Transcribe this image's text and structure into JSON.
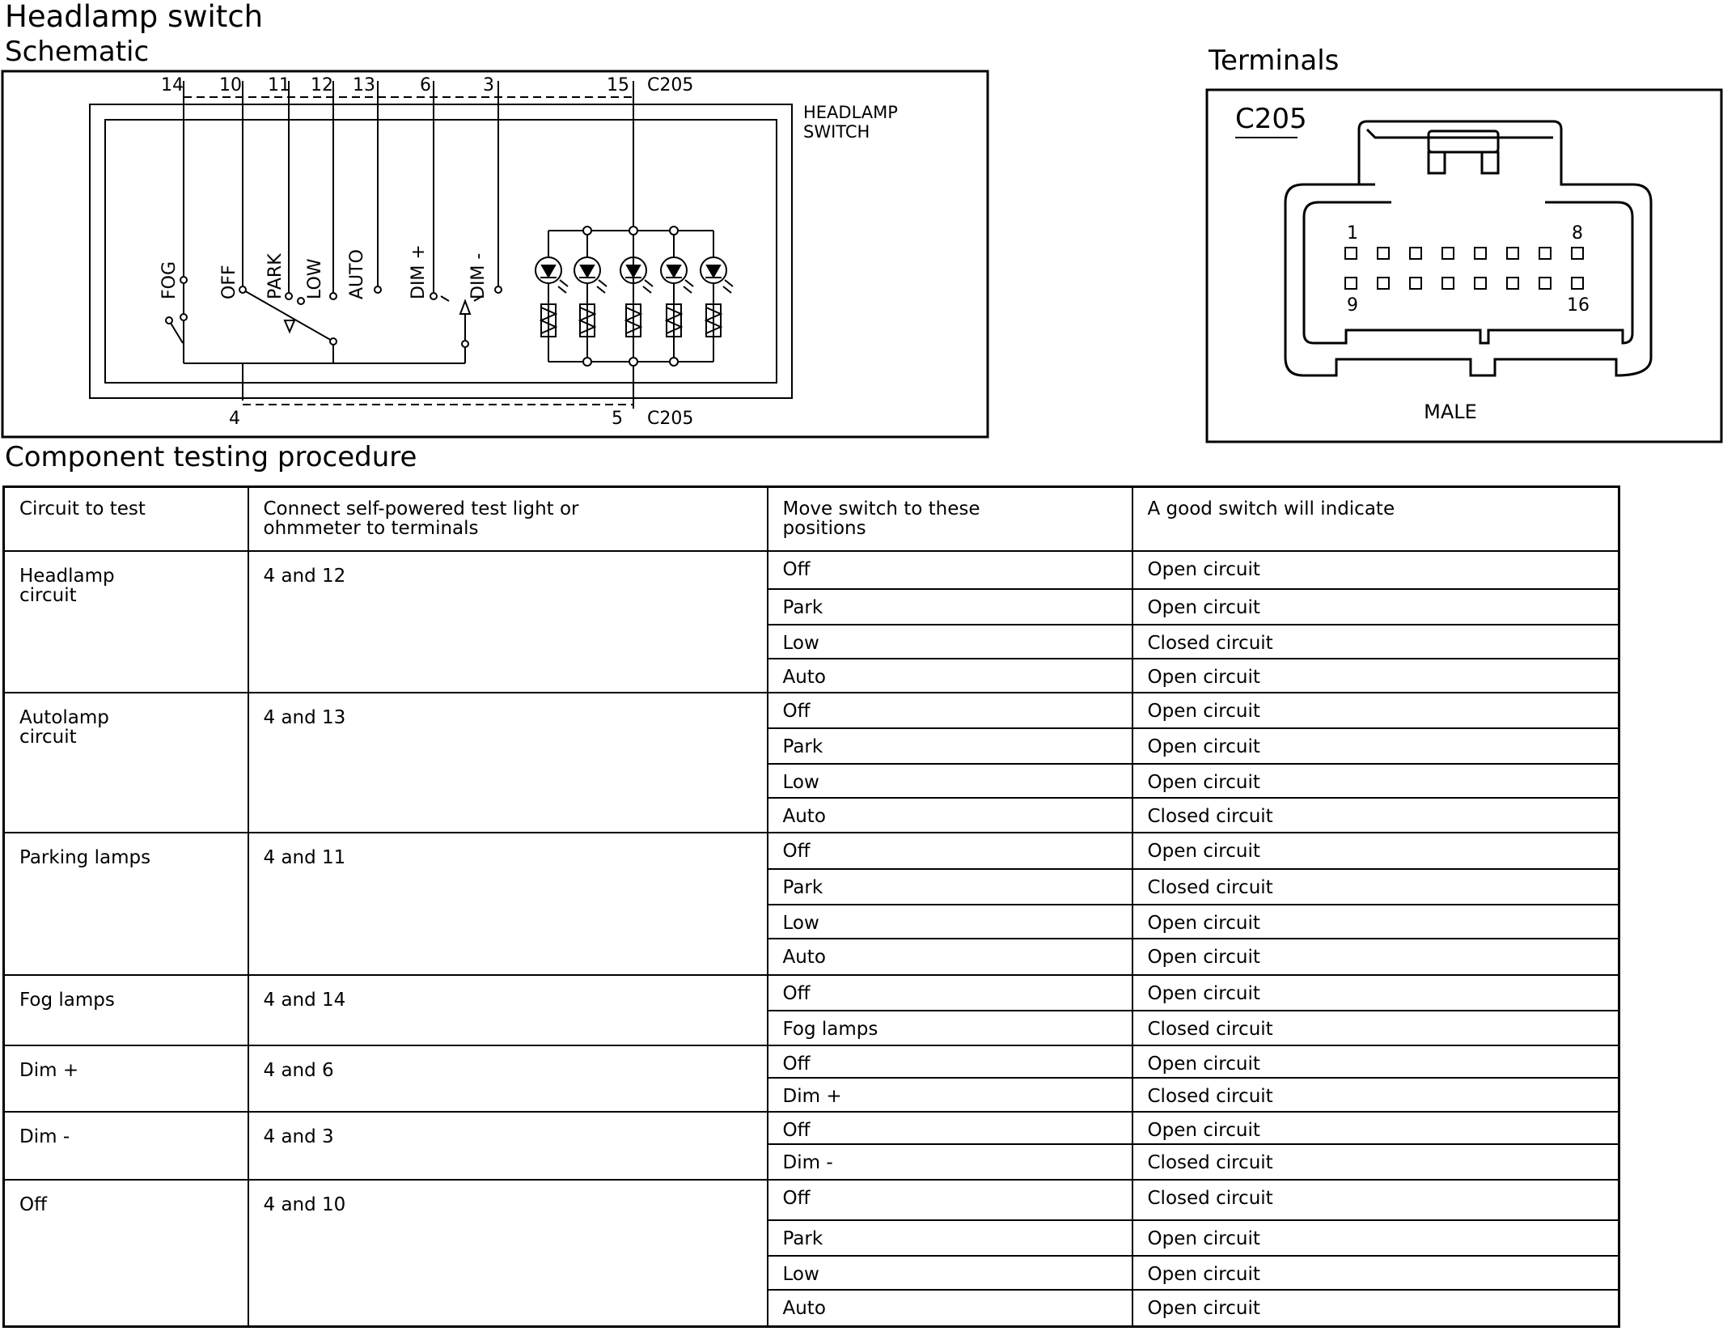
{
  "page_title": "Headlamp switch",
  "schematic": {
    "heading": "Schematic",
    "top_pins": [
      "14",
      "10",
      "11",
      "12",
      "13",
      "6",
      "3",
      "15"
    ],
    "connector_top": "C205",
    "bottom_pins": [
      "4",
      "5"
    ],
    "connector_bottom": "C205",
    "switch_label_line1": "HEADLAMP",
    "switch_label_line2": "SWITCH",
    "positions": [
      "FOG",
      "OFF",
      "PARK",
      "LOW",
      "AUTO",
      "DIM +",
      "DIM -"
    ]
  },
  "terminals": {
    "heading": "Terminals",
    "connector": "C205",
    "pin_first_top": "1",
    "pin_last_top": "8",
    "pin_first_bottom": "9",
    "pin_last_bottom": "16",
    "gender": "MALE"
  },
  "procedure": {
    "heading": "Component testing procedure",
    "columns": [
      "Circuit to test",
      "Connect self-powered test light or\nohmmeter to terminals",
      "Move switch to these\npositions",
      "A good switch will indicate"
    ],
    "groups": [
      {
        "circuit": "Headlamp\ncircuit",
        "terminals": "4 and 12",
        "rows": [
          {
            "position": "Off",
            "result": "Open circuit"
          },
          {
            "position": "Park",
            "result": "Open circuit"
          },
          {
            "position": "Low",
            "result": "Closed circuit"
          },
          {
            "position": "Auto",
            "result": "Open circuit"
          }
        ]
      },
      {
        "circuit": "Autolamp\ncircuit",
        "terminals": "4 and 13",
        "rows": [
          {
            "position": "Off",
            "result": "Open circuit"
          },
          {
            "position": "Park",
            "result": "Open circuit"
          },
          {
            "position": "Low",
            "result": "Open circuit"
          },
          {
            "position": "Auto",
            "result": "Closed circuit"
          }
        ]
      },
      {
        "circuit": "Parking lamps",
        "terminals": "4 and 11",
        "rows": [
          {
            "position": "Off",
            "result": "Open circuit"
          },
          {
            "position": "Park",
            "result": "Closed circuit"
          },
          {
            "position": "Low",
            "result": "Open circuit"
          },
          {
            "position": "Auto",
            "result": "Open circuit"
          }
        ]
      },
      {
        "circuit": "Fog lamps",
        "terminals": "4 and 14",
        "rows": [
          {
            "position": "Off",
            "result": "Open circuit"
          },
          {
            "position": "Fog lamps",
            "result": "Closed circuit"
          }
        ]
      },
      {
        "circuit": "Dim +",
        "terminals": "4 and 6",
        "rows": [
          {
            "position": "Off",
            "result": "Open circuit"
          },
          {
            "position": "Dim +",
            "result": "Closed circuit"
          }
        ]
      },
      {
        "circuit": "Dim -",
        "terminals": "4 and 3",
        "rows": [
          {
            "position": "Off",
            "result": "Open circuit"
          },
          {
            "position": "Dim -",
            "result": "Closed circuit"
          }
        ]
      },
      {
        "circuit": "Off",
        "terminals": "4 and 10",
        "rows": [
          {
            "position": "Off",
            "result": "Closed circuit"
          },
          {
            "position": "Park",
            "result": "Open circuit"
          },
          {
            "position": "Low",
            "result": "Open circuit"
          },
          {
            "position": "Auto",
            "result": "Open circuit"
          }
        ]
      }
    ]
  }
}
